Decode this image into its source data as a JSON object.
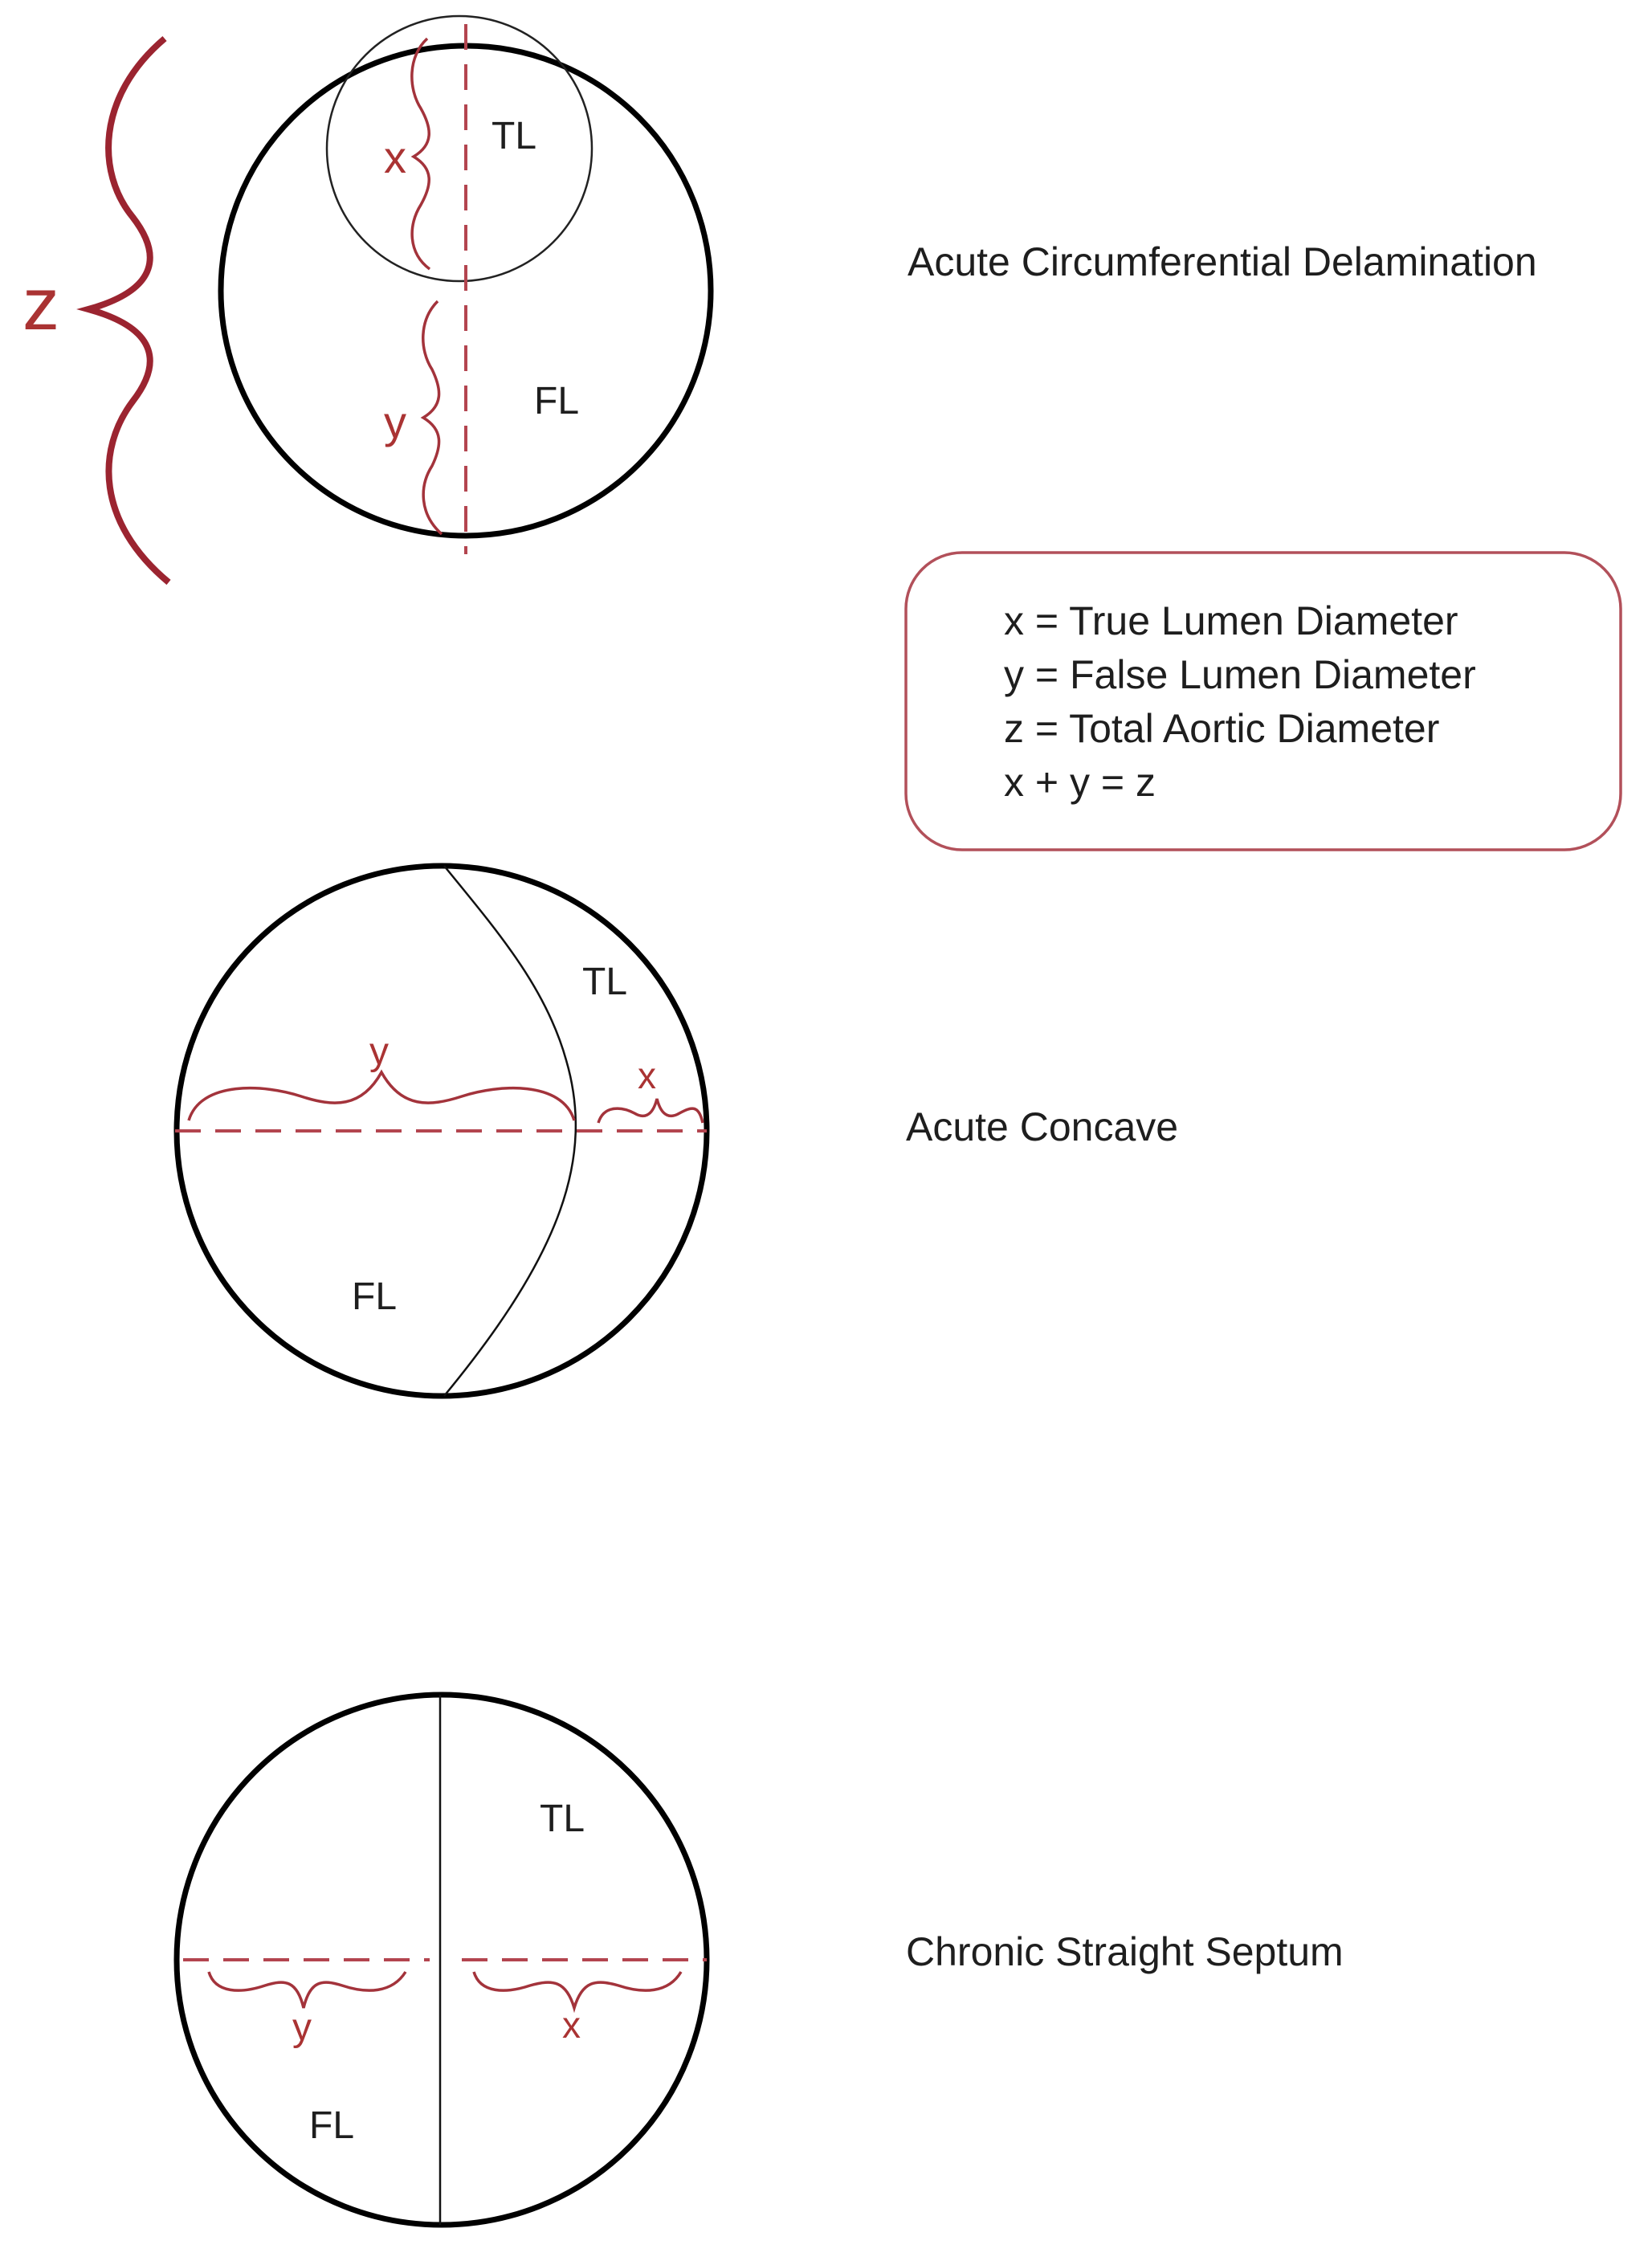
{
  "figure": {
    "panels": [
      {
        "caption": "Acute Circumferential Delamination",
        "tl_label": "TL",
        "fl_label": "FL",
        "x_label": "x",
        "y_label": "y",
        "z_label": "z"
      },
      {
        "caption": "Acute Concave",
        "tl_label": "TL",
        "fl_label": "FL",
        "x_label": "x",
        "y_label": "y"
      },
      {
        "caption": "Chronic Straight Septum",
        "tl_label": "TL",
        "fl_label": "FL",
        "x_label": "x",
        "y_label": "y"
      }
    ],
    "legend": {
      "lines": [
        "x = True Lumen Diameter",
        "y = False Lumen Diameter",
        "z = Total Aortic Diameter",
        "x + y = z"
      ]
    },
    "colors": {
      "accent": "#a3333b",
      "outline": "#000000"
    }
  }
}
